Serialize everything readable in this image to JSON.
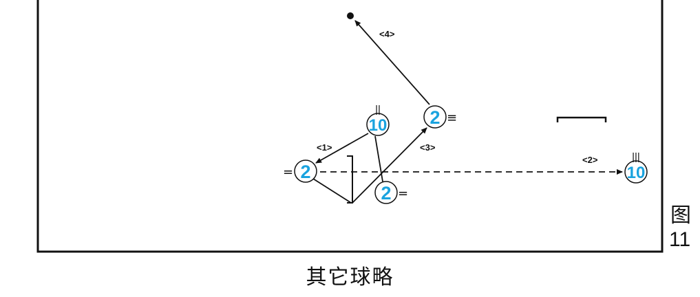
{
  "caption": "其它球略",
  "figure": {
    "char": "图",
    "number": "11"
  },
  "colors": {
    "player_fill": "#1aa3df",
    "line": "#111111",
    "background": "#ffffff"
  },
  "labels": {
    "step1": "<1>",
    "step2": "<2>",
    "step3": "<3>",
    "step4": "<4>"
  },
  "players": [
    {
      "id": "p10-top",
      "number": "10",
      "marks": "||"
    },
    {
      "id": "p2-top",
      "number": "2",
      "marks": "≡"
    },
    {
      "id": "p2-left",
      "number": "2",
      "marks": "="
    },
    {
      "id": "p2-bottom",
      "number": "2",
      "marks": "="
    },
    {
      "id": "p10-right",
      "number": "10",
      "marks": "|||"
    }
  ]
}
